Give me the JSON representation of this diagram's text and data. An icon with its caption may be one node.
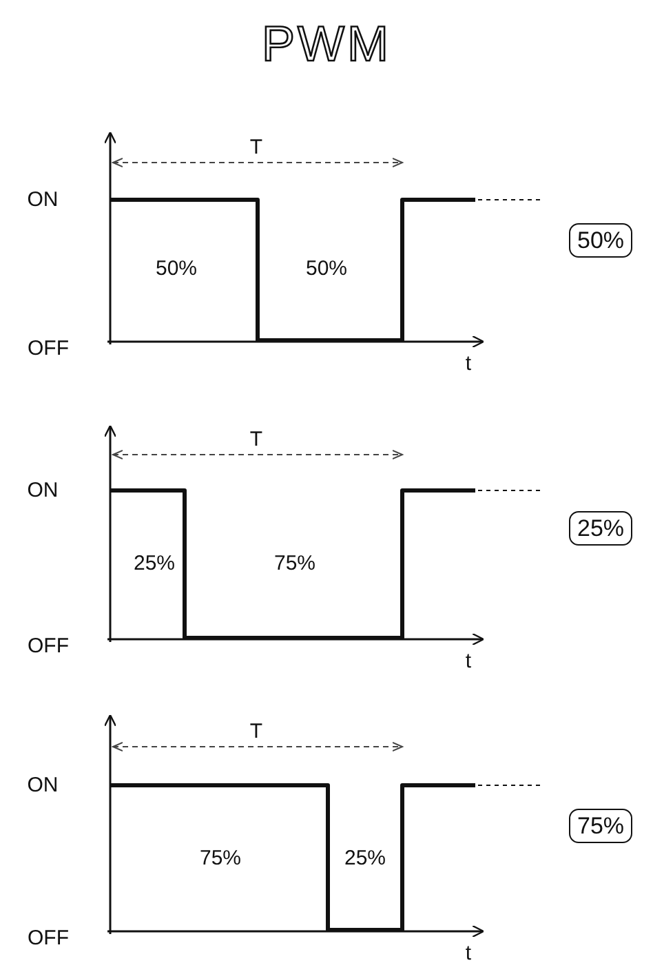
{
  "diagram": {
    "title": "PWM",
    "nodes": [
      {
        "text": [
          "50%"
        ]
      },
      {
        "text": [
          "25%"
        ]
      },
      {
        "text": [
          "75%"
        ]
      }
    ],
    "labels": [
      "T",
      "ON",
      "50%",
      "50%",
      "OFF",
      "t",
      "T",
      "ON",
      "25%",
      "75%",
      "OFF",
      "t",
      "T",
      "ON",
      "75%",
      "25%",
      "OFF",
      "t"
    ]
  }
}
